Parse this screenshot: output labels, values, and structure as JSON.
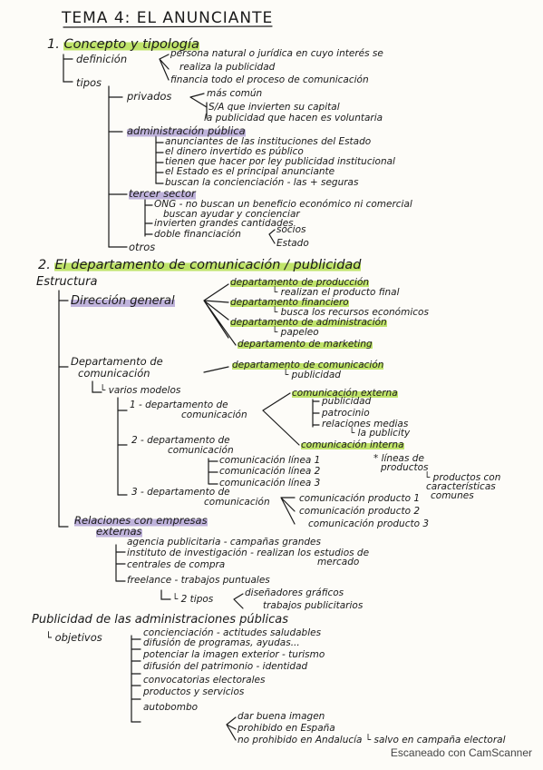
{
  "title": "TEMA 4: EL ANUNCIANTE",
  "section1": {
    "number": "1.",
    "heading": "Concepto y tipología",
    "definicion": {
      "label": "definición",
      "items": [
        "persona natural o jurídica en cuyo interés se",
        "realiza la publicidad",
        "financia todo el proceso de comunicación"
      ]
    },
    "tipos": {
      "label": "tipos",
      "privados": {
        "label": "privados",
        "items": [
          "más común",
          "S/A que invierten su capital",
          "la publicidad que hacen es voluntaria"
        ]
      },
      "administracion": {
        "label": "administración pública",
        "items": [
          "anunciantes de las instituciones del Estado",
          "el dinero invertido es público",
          "tienen que hacer por ley publicidad institucional",
          "el Estado es el principal anunciante",
          "buscan la concienciación - las + seguras"
        ]
      },
      "tercer_sector": {
        "label": "tercer sector",
        "items": [
          "ONG - no buscan un beneficio económico ni comercial",
          "buscan ayudar y concienciar",
          "invierten grandes cantidades",
          "doble financiación"
        ],
        "financiacion": [
          "socios",
          "Estado"
        ]
      },
      "otros": "otros"
    }
  },
  "section2": {
    "number": "2.",
    "heading": "El departamento de comunicación / publicidad",
    "estructura": "Estructura",
    "direccion_general": {
      "label": "Dirección general",
      "items": [
        {
          "label": "departamento de producción",
          "note": "└ realizan el producto final"
        },
        {
          "label": "departamento financiero",
          "note": "└ busca los recursos económicos"
        },
        {
          "label": "departamento de administración",
          "note": "└ papeleo"
        },
        {
          "label": "departamento de marketing"
        }
      ]
    },
    "departamento_comunicacion": {
      "label_line1": "Departamento de",
      "label_line2": "comunicación",
      "item": "departamento de comunicación",
      "note": "└ publicidad"
    },
    "modelos": {
      "label": "└ varios modelos",
      "m1": {
        "label_line1": "1 - departamento de",
        "label_line2": "comunicación",
        "externa": {
          "label": "comunicación externa",
          "items": [
            "publicidad",
            "patrocinio",
            "relaciones medias"
          ],
          "note": "└ la publicity"
        },
        "interna": "comunicación interna"
      },
      "m2": {
        "label_line1": "2 - departamento de",
        "label_line2": "comunicación",
        "items": [
          "comunicación línea 1",
          "comunicación línea 2",
          "comunicación línea 3"
        ],
        "note_line1": "* líneas de",
        "note_line2": "productos",
        "note2_line1": "└ productos con",
        "note2_line2": "características",
        "note2_line3": "comunes"
      },
      "m3": {
        "label_line1": "3 - departamento de",
        "label_line2": "comunicación",
        "items": [
          "comunicación producto 1",
          "comunicación producto 2",
          "comunicación producto 3"
        ]
      }
    },
    "relaciones": {
      "label_line1": "Relaciones con empresas",
      "label_line2": "externas",
      "items": [
        "agencia publicitaria - campañas grandes",
        "instituto de investigación - realizan los estudios de",
        "centrales de compra",
        "freelance - trabajos puntuales"
      ],
      "item2_note": "mercado",
      "tipos": {
        "label": "└ 2 tipos",
        "items": [
          "diseñadores gráficos",
          "trabajos publicitarios"
        ]
      }
    },
    "publicidad_admin": {
      "heading": "Publicidad de las administraciones públicas",
      "objetivos_label": "└ objetivos",
      "objetivos": [
        "concienciación - actitudes saludables",
        "difusión de programas, ayudas...",
        "potenciar la imagen exterior - turismo",
        "difusión del patrimonio - identidad",
        "convocatorias electorales",
        "productos y servicios",
        "autobombo"
      ],
      "autobombo": [
        "dar buena imagen",
        "prohibido en España",
        "no prohibido en Andalucía └ salvo en campaña electoral"
      ]
    }
  },
  "footer": "Escaneado con CamScanner"
}
